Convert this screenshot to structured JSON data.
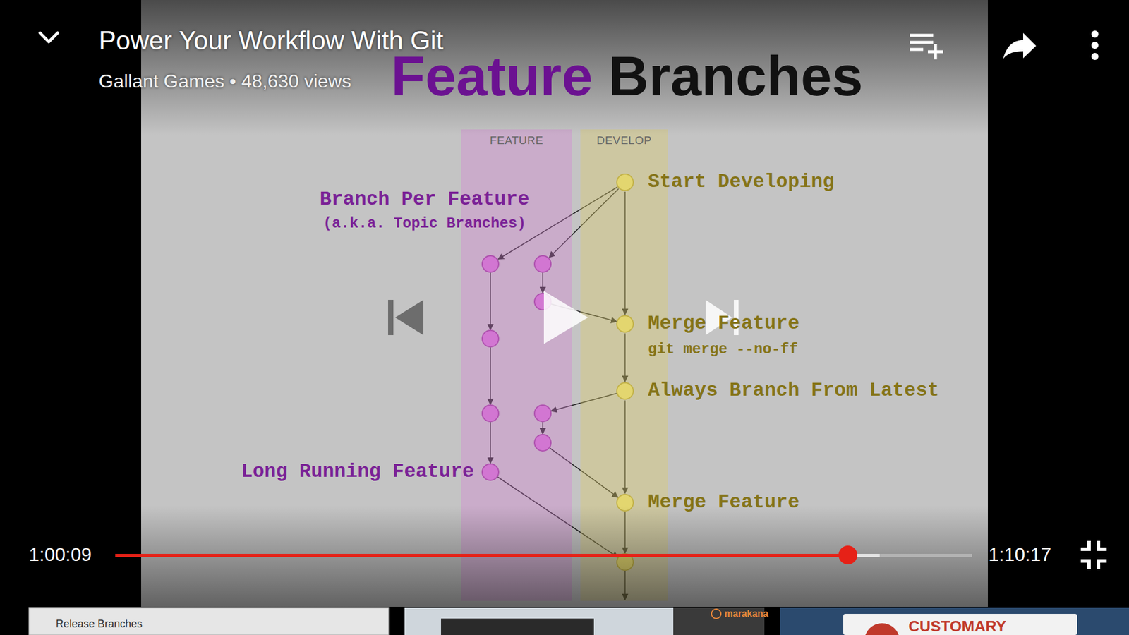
{
  "diagram": {
    "title": "Feature Branches",
    "nodes": [
      {
        "text": [
          "FEATURE"
        ]
      },
      {
        "text": [
          "DEVELOP"
        ]
      },
      {
        "text": [
          "Start Developing"
        ],
        "in": 1
      },
      {
        "text": [
          "Merge Feature",
          "git merge --no-ff"
        ],
        "in": 1
      },
      {
        "text": [
          "Always Branch From Latest"
        ],
        "in": 1
      },
      {
        "text": [
          "Merge Feature"
        ],
        "in": 1
      },
      {
        "text": [
          "Long Running Feature"
        ],
        "in": 0
      }
    ],
    "edges": [
      {
        "from": 2,
        "to": 3,
        "arrow": "to"
      },
      {
        "from": 3,
        "to": 4,
        "arrow": "to"
      },
      {
        "from": 4,
        "to": 5,
        "arrow": "to"
      }
    ],
    "labels": [
      "Power Your Workflow With Git",
      "Gallant Games • 48,630 views",
      "Branch Per Feature",
      "(a.k.a. Topic Branches)",
      "1:00:09",
      "1:10:17",
      "Release Branches",
      "marakana",
      "CUSTOMARY"
    ]
  }
}
